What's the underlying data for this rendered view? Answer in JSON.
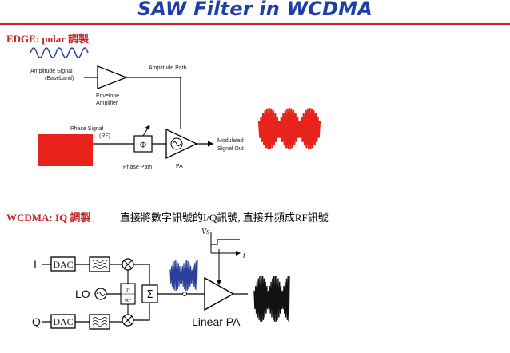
{
  "title": "SAW Filter in WCDMA",
  "edge": {
    "heading": "EDGE: polar 調製",
    "labels": {
      "amp_signal": "Amplitude Signal",
      "baseband": "(Baseband)",
      "amp_path": "Amplitude Path",
      "envelope1": "Envelope",
      "envelope2": "Amplifier",
      "phase_signal": "Phase Signal",
      "rf": "(RF)",
      "phi": "Φ",
      "phase_path": "Phase Path",
      "pa": "PA",
      "mod1": "Modulated",
      "mod2": "Signal Out"
    }
  },
  "wcdma": {
    "heading": "WCDMA: IQ 調製",
    "note": "直接將數字訊號的I/Q訊號, 直接升頻成RF訊號",
    "labels": {
      "i": "I",
      "q": "Q",
      "lo": "LO",
      "dac": "DAC",
      "zero": "0°",
      "ninety": "90°",
      "sigma": "Σ",
      "linear_pa": "Linear PA",
      "vs": "Vs",
      "t": "t"
    }
  },
  "colors": {
    "title": "#1f3fa8",
    "rule": "#d21f1f",
    "heading": "#c0272d",
    "red_block": "#e8231b",
    "wave_blue": "#2b3f9a"
  }
}
